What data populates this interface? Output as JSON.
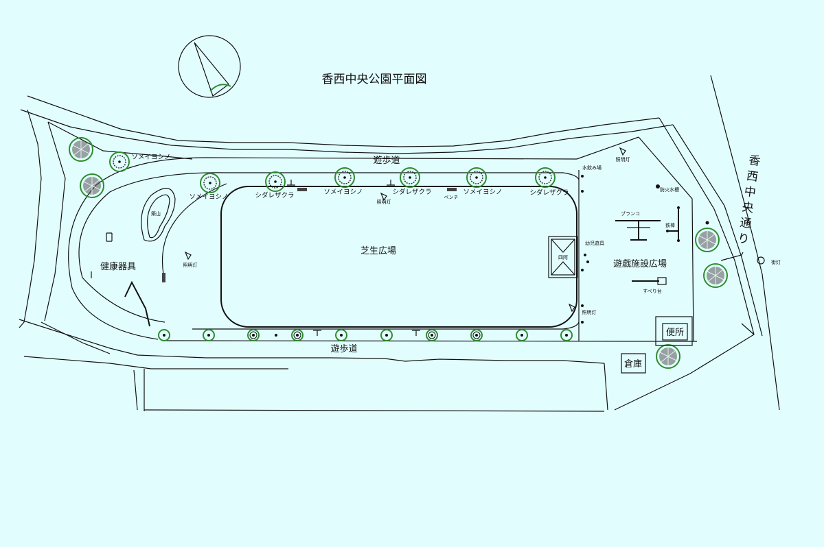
{
  "title": "香西中央公園平面図",
  "road_name": "香西中央通り",
  "labels": {
    "footpath_top": "遊歩道",
    "footpath_bottom": "遊歩道",
    "lawn": "芝生広場",
    "play_area": "遊戯施設広場",
    "fitness": "健康器具",
    "mound": "築山",
    "toilet": "便所",
    "storage": "倉庫",
    "pavilion": "四阿",
    "drinking": "水飲み場",
    "swing": "ブランコ",
    "bars": "鉄棒",
    "fire_cistern": "防火水槽",
    "toddler": "幼児遊具",
    "slide": "すべり台",
    "bench": "ベンチ",
    "street_light": "街灯"
  },
  "trees": [
    {
      "label": "ソメイヨシノ"
    },
    {
      "label": "ソメイヨシノ"
    },
    {
      "label": "シダレザクラ"
    },
    {
      "label": "ソメイヨシノ"
    },
    {
      "label": "シダレザクラ"
    },
    {
      "label": "ソメイヨシノ"
    },
    {
      "label": "シダレザクラ"
    }
  ],
  "lights": [
    {
      "label": "照明灯"
    },
    {
      "label": "照明灯"
    },
    {
      "label": "照明灯"
    },
    {
      "label": "照明灯"
    }
  ],
  "colors": {
    "background": "#e2fdfe",
    "line": "#111111",
    "tree_ring": "#2e8b2e"
  }
}
